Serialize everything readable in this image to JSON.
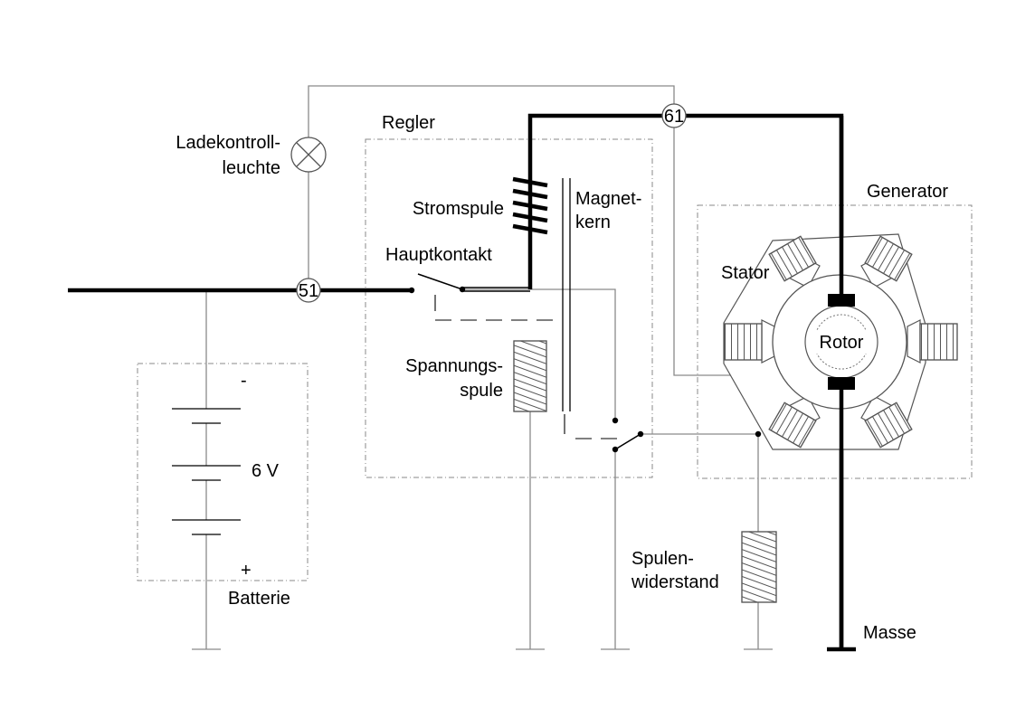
{
  "labels": {
    "lamp": [
      "Ladekontroll-",
      "leuchte"
    ],
    "regler": "Regler",
    "stromspule": "Stromspule",
    "magnetkern": [
      "Magnet-",
      "kern"
    ],
    "hauptkontakt": "Hauptkontakt",
    "spannungsspule": [
      "Spannungs-",
      "spule"
    ],
    "generator": "Generator",
    "stator": "Stator",
    "rotor": "Rotor",
    "battery_minus": "-",
    "battery_plus": "+",
    "voltage": "6 V",
    "batterie": "Batterie",
    "spulenwiderstand": [
      "Spulen-",
      "widerstand"
    ],
    "masse": "Masse"
  },
  "terminals": {
    "t51": "51",
    "t61": "61"
  }
}
